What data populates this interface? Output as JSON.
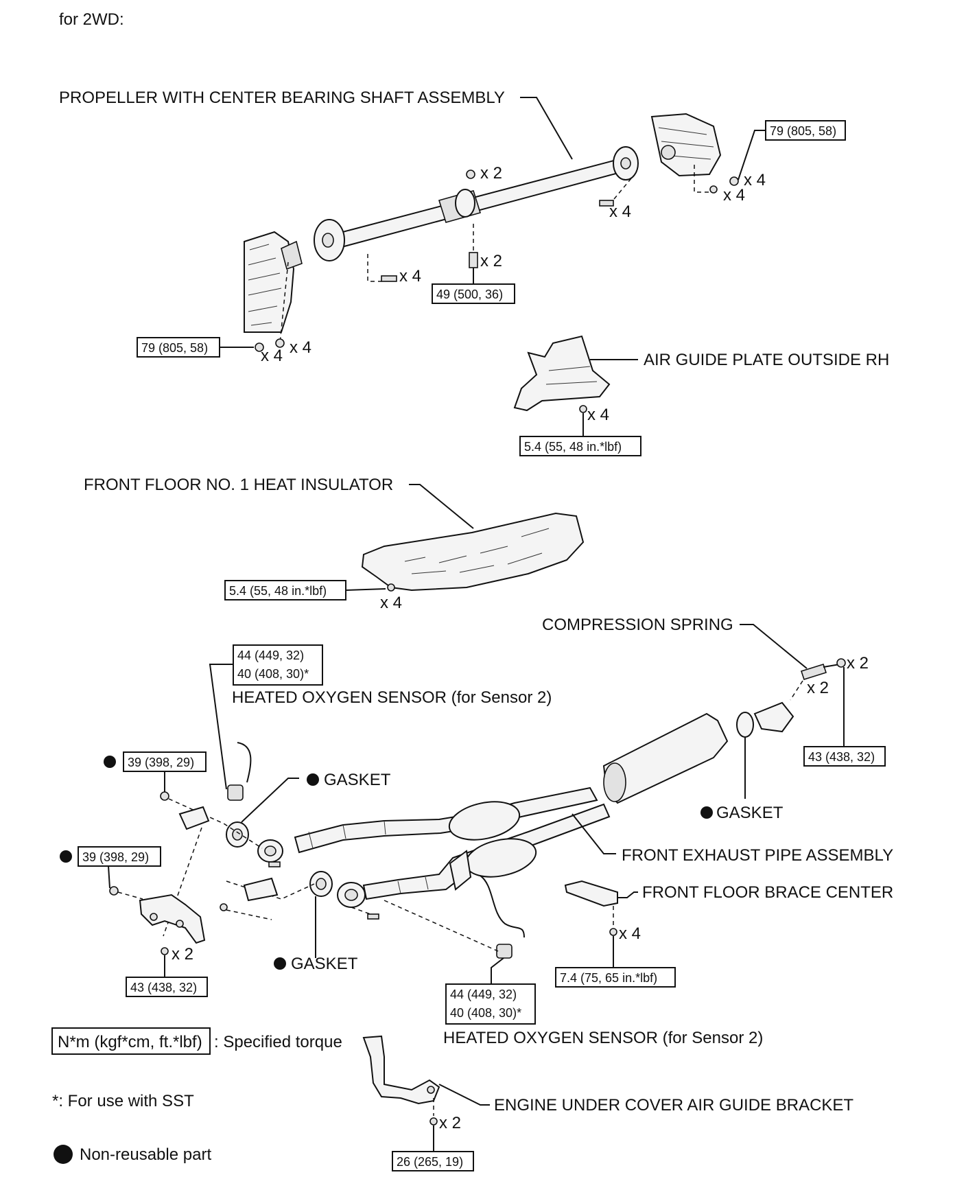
{
  "header": "for 2WD:",
  "parts": {
    "propeller": "PROPELLER WITH CENTER BEARING SHAFT ASSEMBLY",
    "air_guide": "AIR GUIDE PLATE OUTSIDE RH",
    "insulator": "FRONT FLOOR NO. 1 HEAT INSULATOR",
    "spring": "COMPRESSION SPRING",
    "o2_top": "HEATED OXYGEN SENSOR (for Sensor 2)",
    "gasket_a": "GASKET",
    "gasket_b": "GASKET",
    "gasket_c": "GASKET",
    "exhaust": "FRONT EXHAUST PIPE ASSEMBLY",
    "brace": "FRONT FLOOR BRACE CENTER",
    "o2_bottom": "HEATED OXYGEN SENSOR (for Sensor 2)",
    "bracket": "ENGINE UNDER COVER AIR GUIDE BRACKET"
  },
  "torques": {
    "t79a": "79 (805, 58)",
    "t49": "49 (500, 36)",
    "t79b": "79 (805, 58)",
    "t54a": "5.4 (55, 48 in.*lbf)",
    "t54b": "5.4 (55, 48 in.*lbf)",
    "t44a_1": "44 (449, 32)",
    "t44a_2": "40 (408, 30)*",
    "t43a": "43 (438, 32)",
    "t39a": "39 (398, 29)",
    "t39b": "39 (398, 29)",
    "t43b": "43 (438, 32)",
    "t74": "7.4 (75, 65 in.*lbf)",
    "t44b_1": "44 (449, 32)",
    "t44b_2": "40 (408, 30)*",
    "t26": "26 (265, 19)"
  },
  "quantities": {
    "q1": "x 2",
    "q2": "x 4",
    "q3": "x 4",
    "q4": "x 4",
    "q5": "x 2",
    "q6": "x 4",
    "q7": "x 4",
    "q8": "x 4",
    "q9": "x 4",
    "q10": "x 4",
    "q11": "x 2",
    "q12": "x 2",
    "q13": "x 2",
    "q14": "x 4",
    "q15": "x 2"
  },
  "legend": {
    "torque_box": "N*m (kgf*cm, ft.*lbf)",
    "torque_text": ": Specified torque",
    "sst": "*: For use with SST",
    "nonreusable": "Non-reusable part"
  }
}
